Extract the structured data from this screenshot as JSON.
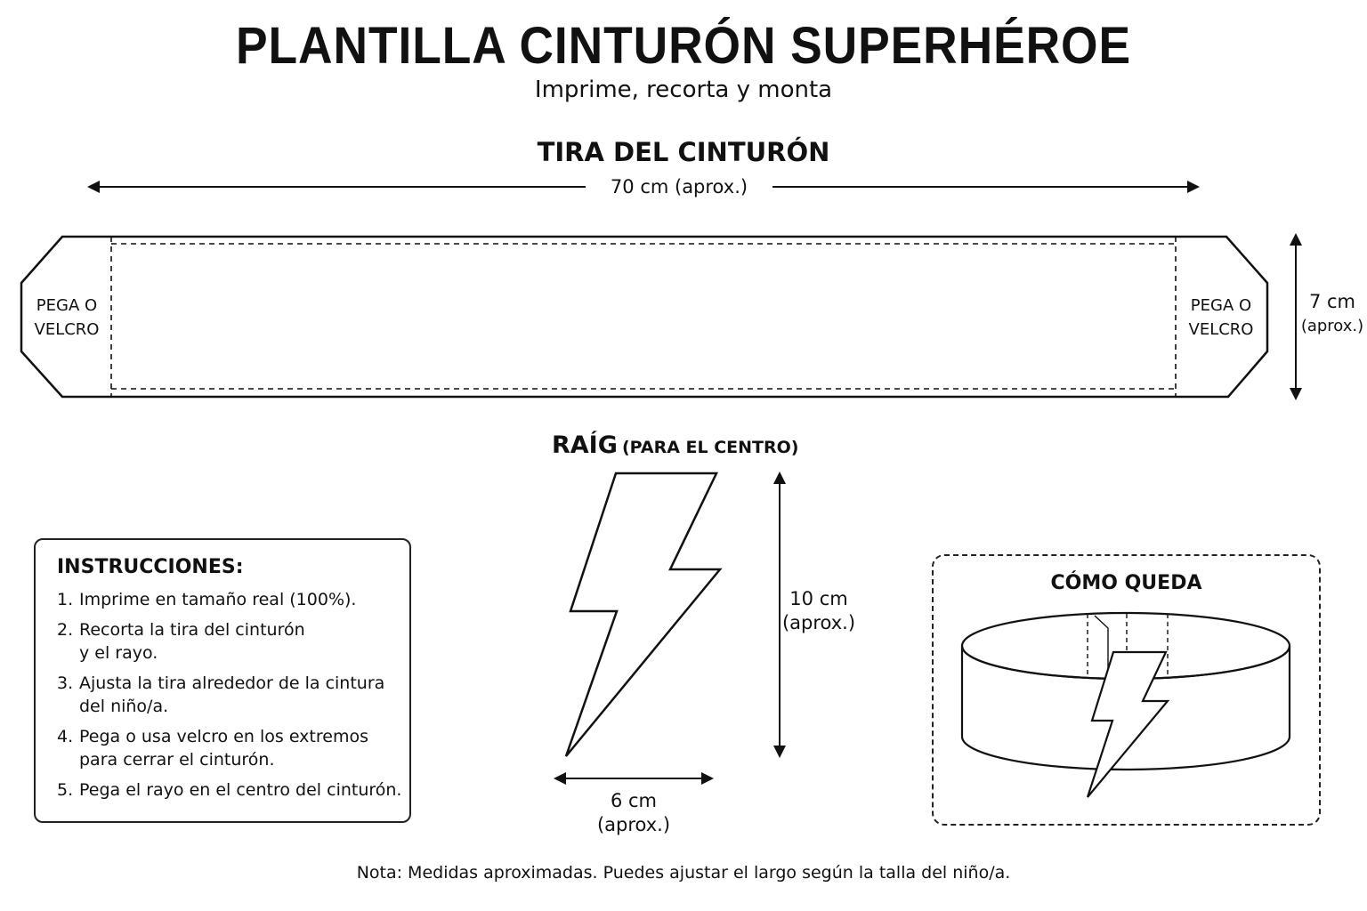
{
  "header": {
    "title": "PLANTILLA CINTURÓN SUPERHÉROE",
    "subtitle": "Imprime, recorta y monta"
  },
  "belt_strip": {
    "title": "TIRA DEL CINTURÓN",
    "length_label": "70 cm (aprox.)",
    "height_label_value": "7 cm",
    "height_label_note": "(aprox.)",
    "left_end_label_1": "PEGA O",
    "left_end_label_2": "VELCRO",
    "right_end_label_1": "PEGA O",
    "right_end_label_2": "VELCRO"
  },
  "lightning": {
    "title": "RAÍG",
    "title_note": "(PARA EL CENTRO)",
    "height_value": "10 cm",
    "height_note": "(aprox.)",
    "width_value": "6 cm",
    "width_note": "(aprox.)"
  },
  "instructions": {
    "title": "INSTRUCCIONES:",
    "steps": [
      {
        "num": "1.",
        "text": "Imprime en tamaño real (100%)."
      },
      {
        "num": "2.",
        "text": "Recorta la tira del cinturón y el rayo."
      },
      {
        "num": "3.",
        "text": "Ajusta la tira alrededor de la cintura del niño/a."
      },
      {
        "num": "4.",
        "text": "Pega o usa velcro en los extremos para cerrar el cinturón."
      },
      {
        "num": "5.",
        "text": "Pega el rayo en el centro del cinturón."
      }
    ]
  },
  "preview": {
    "title": "CÓMO QUEDA"
  },
  "footer": {
    "note": "Nota: Medidas aproximadas. Puedes ajustar el largo según la talla del niño/a."
  }
}
